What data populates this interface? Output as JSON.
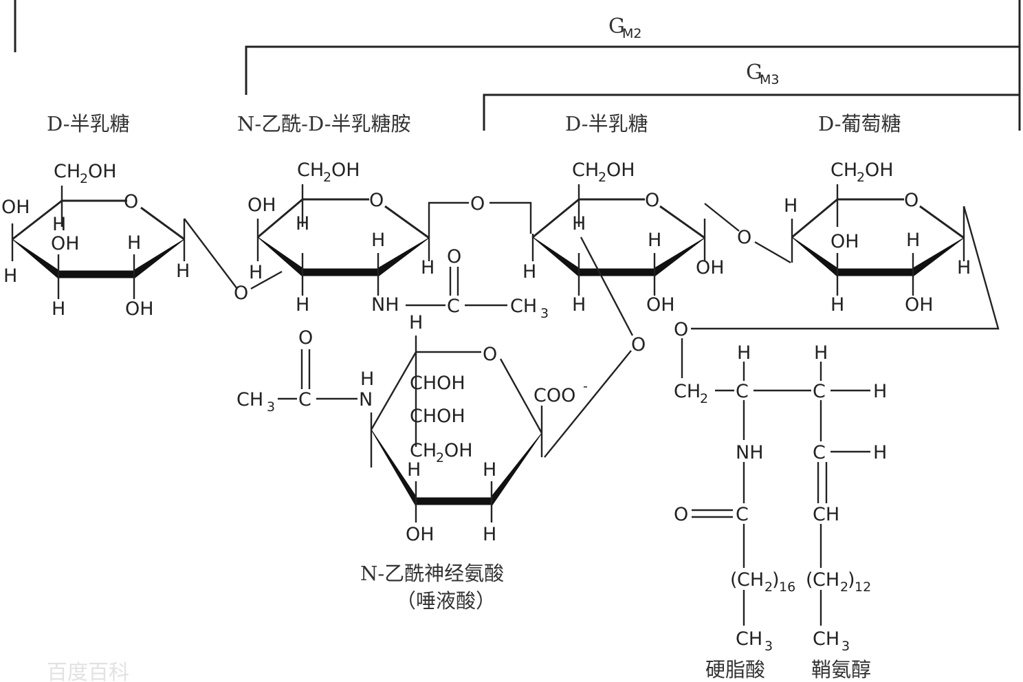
{
  "brackets": {
    "gm2": "G",
    "gm2_sub": "M2",
    "gm3": "G",
    "gm3_sub": "M3"
  },
  "residues": {
    "gal1": "D-半乳糖",
    "galnac": "N-乙酰-D-半乳糖胺",
    "gal2": "D-半乳糖",
    "glc": "D-葡萄糖"
  },
  "sialic": {
    "name": "N-乙酰神经氨酸",
    "alias": "（唾液酸）"
  },
  "ceramide": {
    "fatty_acid": "硬脂酸",
    "sphingosine": "鞘氨醇"
  },
  "atoms": {
    "OH": "OH",
    "H": "H",
    "O": "O",
    "NH": "NH",
    "N": "N",
    "C": "C",
    "CH": "CH",
    "CH2": "CH",
    "CH3": "CH",
    "COO": "COO",
    "CHOH": "CHOH",
    "sub2": "2",
    "sub3": "3",
    "sub16": "16",
    "sub12": "12",
    "minus": "-",
    "lp": "(",
    "rp": ")"
  },
  "watermark": "百度百科"
}
